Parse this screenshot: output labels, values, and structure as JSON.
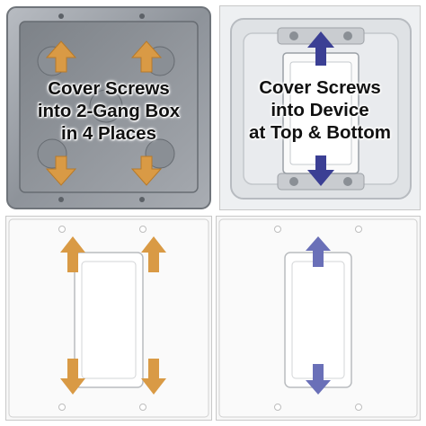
{
  "panels": [
    {
      "id": "metal-box",
      "caption_lines": [
        "Cover Screws",
        "into 2-Gang Box",
        "in 4 Places"
      ]
    },
    {
      "id": "plastic-box",
      "caption_lines": [
        "Cover Screws",
        "into Device",
        "at Top & Bottom"
      ]
    },
    {
      "id": "two-gang-plate"
    },
    {
      "id": "one-gang-plate"
    }
  ],
  "colors": {
    "arrow_orange": "#d99a45",
    "arrow_blue": "#3b3f94",
    "arrow_blue_light": "#6a70b8",
    "metal": "#9a9fa6",
    "plate_white": "#fafafa"
  }
}
